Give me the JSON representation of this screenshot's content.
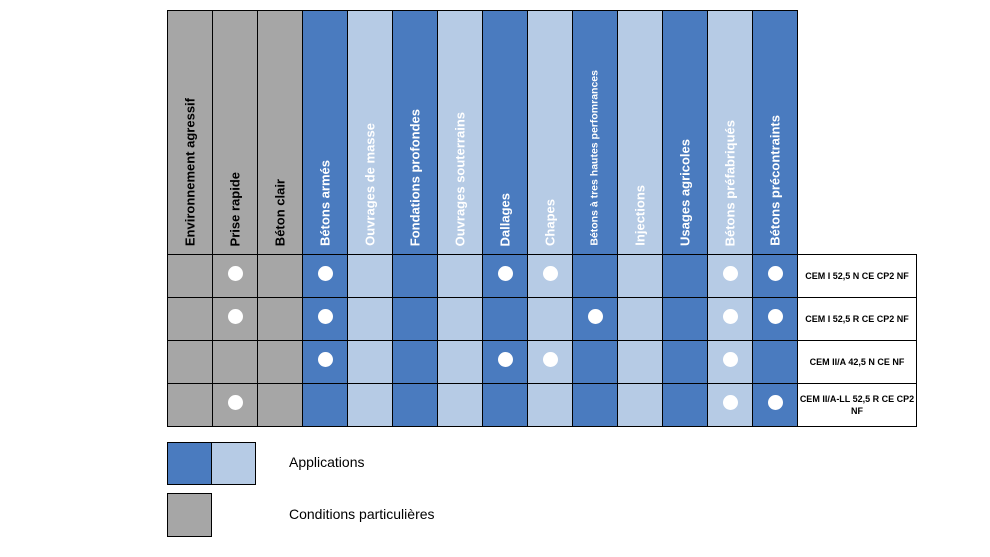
{
  "colors": {
    "dark_blue": "#4a7bbf",
    "light_blue": "#b6cbe5",
    "gray": "#a6a6a6"
  },
  "columns": [
    {
      "label": "Environnement agressif",
      "kind": "gray"
    },
    {
      "label": "Prise rapide",
      "kind": "gray"
    },
    {
      "label": "Béton clair",
      "kind": "gray"
    },
    {
      "label": "Bétons armés",
      "kind": "dark_blue"
    },
    {
      "label": "Ouvrages de masse",
      "kind": "light_blue"
    },
    {
      "label": "Fondations profondes",
      "kind": "dark_blue"
    },
    {
      "label": "Ouvrages souterrains",
      "kind": "light_blue"
    },
    {
      "label": "Dallages",
      "kind": "dark_blue"
    },
    {
      "label": "Chapes",
      "kind": "light_blue"
    },
    {
      "label": "Bétons à tres hautes perfomrances",
      "kind": "dark_blue",
      "small": true
    },
    {
      "label": "Injections",
      "kind": "light_blue"
    },
    {
      "label": "Usages agricoles",
      "kind": "dark_blue"
    },
    {
      "label": "Bétons préfabriqués",
      "kind": "light_blue"
    },
    {
      "label": "Bétons précontraints",
      "kind": "dark_blue"
    }
  ],
  "rows": [
    {
      "label": "CEM I 52,5 N CE CP2 NF",
      "dots": [
        0,
        1,
        0,
        1,
        0,
        0,
        0,
        1,
        1,
        0,
        0,
        0,
        1,
        1
      ]
    },
    {
      "label": "CEM I 52,5 R CE CP2 NF",
      "dots": [
        0,
        1,
        0,
        1,
        0,
        0,
        0,
        0,
        0,
        1,
        0,
        0,
        1,
        1
      ]
    },
    {
      "label": "CEM II/A 42,5 N CE NF",
      "dots": [
        0,
        0,
        0,
        1,
        0,
        0,
        0,
        1,
        1,
        0,
        0,
        0,
        1,
        0
      ]
    },
    {
      "label": "CEM II/A-LL 52,5 R CE CP2 NF",
      "dots": [
        0,
        1,
        0,
        0,
        0,
        0,
        0,
        0,
        0,
        0,
        0,
        0,
        1,
        1
      ]
    }
  ],
  "legend": {
    "applications": "Applications",
    "conditions": "Conditions particulières"
  }
}
